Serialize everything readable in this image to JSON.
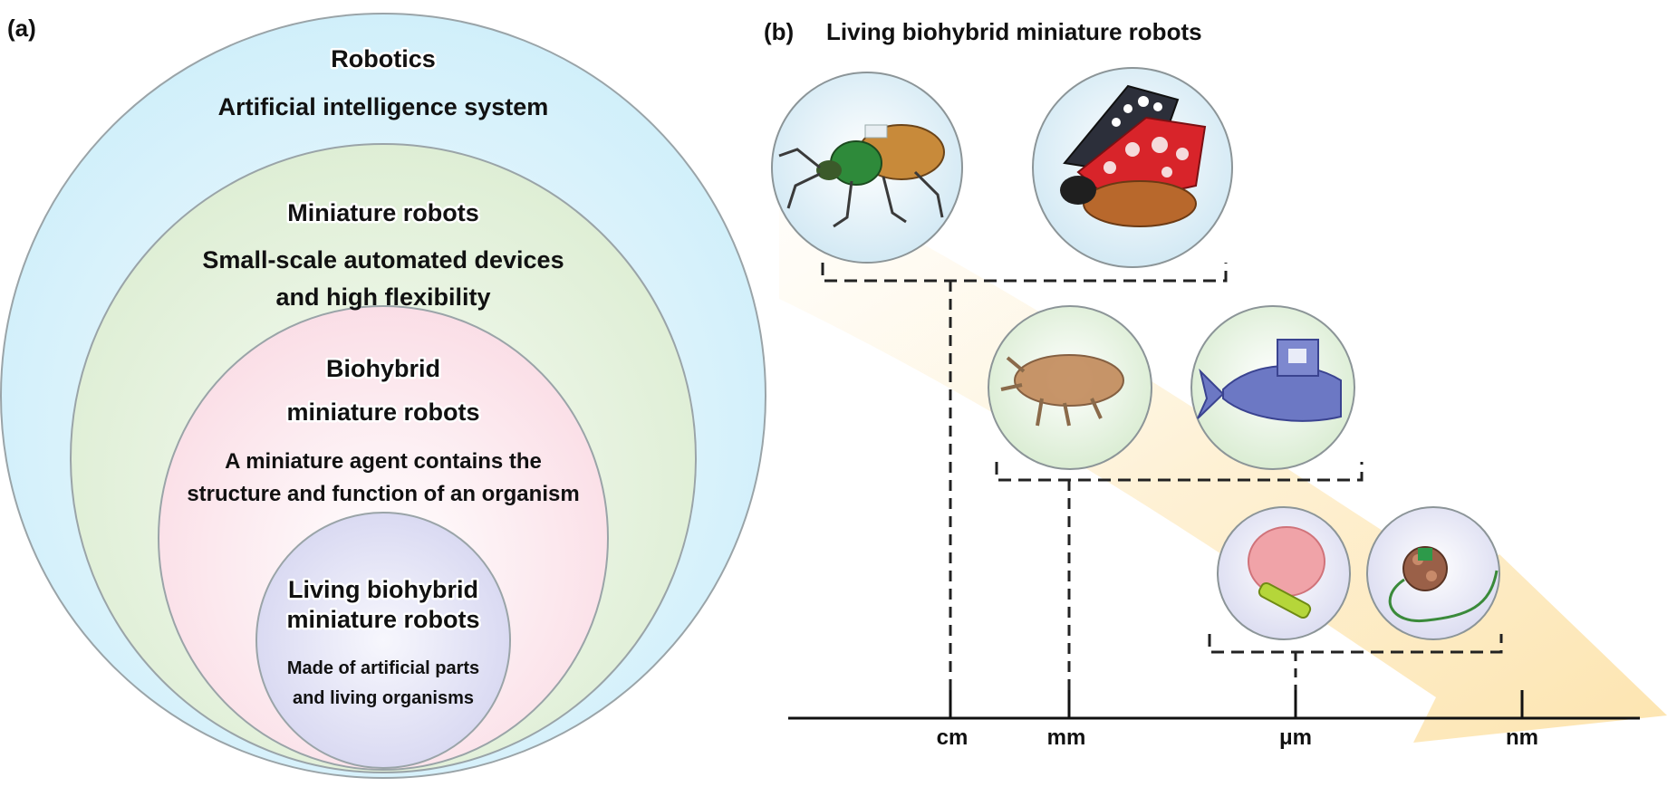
{
  "panel_a": {
    "label": "(a)",
    "robotics": {
      "title": "Robotics",
      "desc": "Artificial intelligence system"
    },
    "miniature": {
      "title": "Miniature robots",
      "desc_line1": "Small-scale automated devices",
      "desc_line2": "and high flexibility"
    },
    "biohybrid": {
      "title_line1": "Biohybrid",
      "title_line2": "miniature robots",
      "desc_line1": "A miniature agent contains the",
      "desc_line2": "structure and function of an organism"
    },
    "living": {
      "title_line1": "Living biohybrid",
      "title_line2": "miniature robots",
      "desc_line1": "Made of artificial parts",
      "desc_line2": "and living organisms"
    }
  },
  "panel_b": {
    "label": "(b)",
    "title": "Living biohybrid miniature robots",
    "scale": {
      "cm": "cm",
      "mm": "mm",
      "um": "μm",
      "nm": "nm"
    }
  },
  "colors": {
    "robotics_fill": "#d7f0fa",
    "miniature_fill": "#e3f1dc",
    "biohybrid_fill": "#fbe1e8",
    "living_fill": "#dcdcf3",
    "arrow": "#fde6b0"
  }
}
